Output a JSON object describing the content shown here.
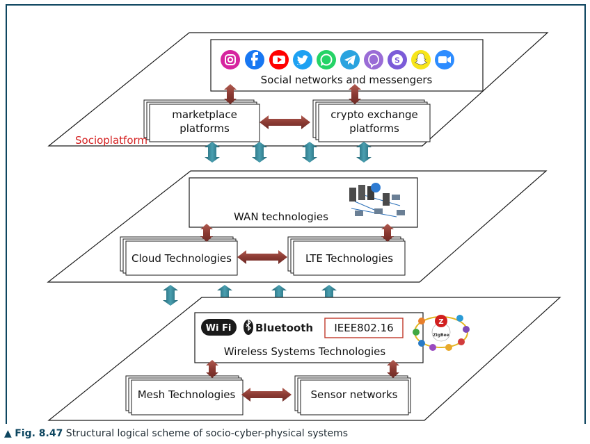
{
  "layer1": {
    "social_box_label": "Social networks and messengers",
    "icons": [
      {
        "name": "instagram-icon",
        "color": "#d6249f"
      },
      {
        "name": "facebook-icon",
        "color": "#1877f2"
      },
      {
        "name": "youtube-icon",
        "color": "#ff0000"
      },
      {
        "name": "twitter-icon",
        "color": "#1da1f2"
      },
      {
        "name": "whatsapp-icon",
        "color": "#25d366"
      },
      {
        "name": "telegram-icon",
        "color": "#2aa3df"
      },
      {
        "name": "viber-icon",
        "color": "#7360f2"
      },
      {
        "name": "skype-icon",
        "color": "#00aff0"
      },
      {
        "name": "snapchat-icon",
        "color": "#fffc00"
      },
      {
        "name": "zoom-icon",
        "color": "#2d8cff"
      }
    ],
    "marketplace_label_line1": "marketplace",
    "marketplace_label_line2": "platforms",
    "crypto_label_line1": "crypto exchange",
    "crypto_label_line2": "platforms",
    "socioplatform_label": "Socioplatform"
  },
  "layer2": {
    "wan_label": "WAN technologies",
    "cloud_label": "Cloud Technologies",
    "lte_label": "LTE Technologies"
  },
  "layer3": {
    "wifi_logo": "Wi Fi",
    "bluetooth_logo": "Bluetooth",
    "ieee_label": "IEEE802.16",
    "zigbee_logo": "ZigBee",
    "wireless_label": "Wireless Systems Technologies",
    "mesh_label": "Mesh Technologies",
    "sensor_label": "Sensor networks"
  },
  "caption": {
    "lead": "Fig. 8.47",
    "text": " Structural logical scheme of socio-cyber-physical systems"
  },
  "colors": {
    "frame": "#0e4660",
    "horizontal_arrow": "#8b3a33",
    "vertical_arrow": "#2f7f8f",
    "socioplatform": "#d42020",
    "ieee_border": "#c0392b"
  }
}
